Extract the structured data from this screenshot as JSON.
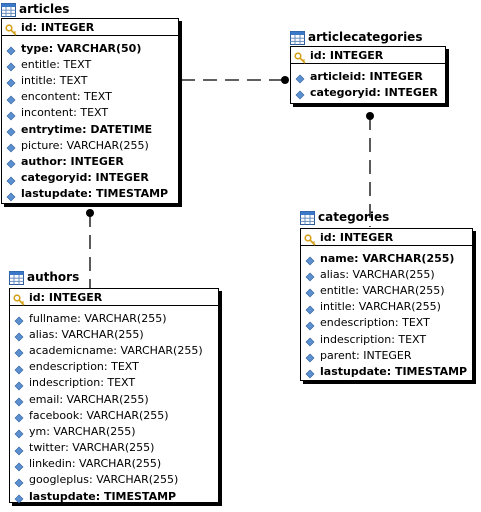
{
  "tables": {
    "articles": {
      "name": "articles",
      "pk": "id: INTEGER",
      "columns": [
        {
          "text": "type: VARCHAR(50)",
          "bold": true
        },
        {
          "text": "entitle: TEXT",
          "bold": false
        },
        {
          "text": "intitle: TEXT",
          "bold": false
        },
        {
          "text": "encontent: TEXT",
          "bold": false
        },
        {
          "text": "incontent: TEXT",
          "bold": false
        },
        {
          "text": "entrytime: DATETIME",
          "bold": true
        },
        {
          "text": "picture: VARCHAR(255)",
          "bold": false
        },
        {
          "text": "author: INTEGER",
          "bold": true
        },
        {
          "text": "categoryid: INTEGER",
          "bold": true
        },
        {
          "text": "lastupdate: TIMESTAMP",
          "bold": true
        }
      ]
    },
    "articlecategories": {
      "name": "articlecategories",
      "pk": "id: INTEGER",
      "columns": [
        {
          "text": "articleid: INTEGER",
          "bold": true
        },
        {
          "text": "categoryid: INTEGER",
          "bold": true
        }
      ]
    },
    "categories": {
      "name": "categories",
      "pk": "id: INTEGER",
      "columns": [
        {
          "text": "name: VARCHAR(255)",
          "bold": true
        },
        {
          "text": "alias: VARCHAR(255)",
          "bold": false
        },
        {
          "text": "entitle: VARCHAR(255)",
          "bold": false
        },
        {
          "text": "intitle: VARCHAR(255)",
          "bold": false
        },
        {
          "text": "endescription: TEXT",
          "bold": false
        },
        {
          "text": "indescription: TEXT",
          "bold": false
        },
        {
          "text": "parent: INTEGER",
          "bold": false
        },
        {
          "text": "lastupdate: TIMESTAMP",
          "bold": true
        }
      ]
    },
    "authors": {
      "name": "authors",
      "pk": "id: INTEGER",
      "columns": [
        {
          "text": "fullname: VARCHAR(255)",
          "bold": false
        },
        {
          "text": "alias: VARCHAR(255)",
          "bold": false
        },
        {
          "text": "academicname: VARCHAR(255)",
          "bold": false
        },
        {
          "text": "endescription: TEXT",
          "bold": false
        },
        {
          "text": "indescription: TEXT",
          "bold": false
        },
        {
          "text": "email: VARCHAR(255)",
          "bold": false
        },
        {
          "text": "facebook: VARCHAR(255)",
          "bold": false
        },
        {
          "text": "ym: VARCHAR(255)",
          "bold": false
        },
        {
          "text": "twitter: VARCHAR(255)",
          "bold": false
        },
        {
          "text": "linkedin: VARCHAR(255)",
          "bold": false
        },
        {
          "text": "googleplus: VARCHAR(255)",
          "bold": false
        },
        {
          "text": "lastupdate: TIMESTAMP",
          "bold": true
        }
      ]
    }
  },
  "icons": {
    "table": "table-icon",
    "primary_key": "key-icon",
    "column": "diamond-icon"
  },
  "colors": {
    "diamond": "#5a8fd0",
    "key": "#d4a017",
    "table_icon_header": "#3c78c8"
  }
}
